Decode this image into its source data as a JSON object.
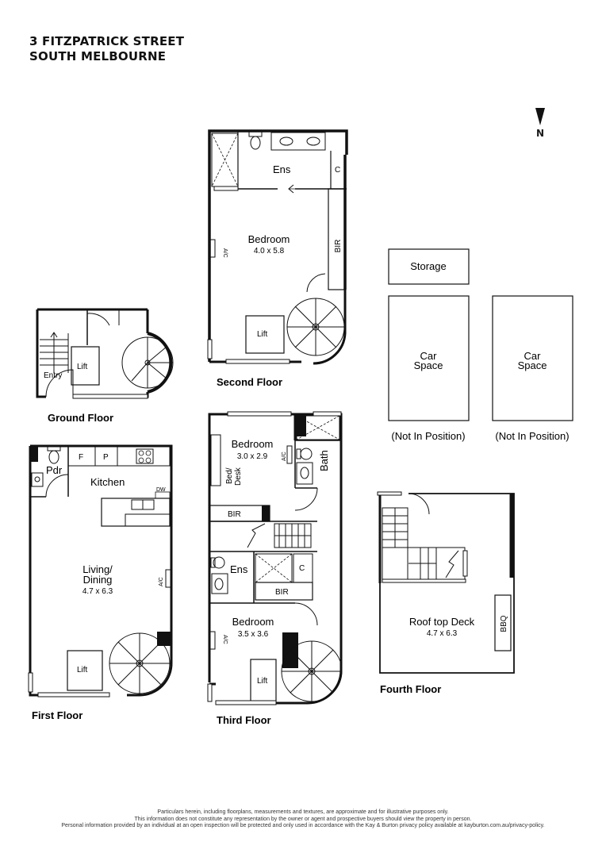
{
  "header": {
    "address_line1": "3 FITZPATRICK STREET",
    "address_line2": "SOUTH MELBOURNE",
    "north_label": "N"
  },
  "floors": {
    "ground": {
      "label": "Ground Floor",
      "rooms": {
        "entry": "Entry",
        "lift": "Lift"
      }
    },
    "first": {
      "label": "First Floor",
      "rooms": {
        "powder": "Pdr",
        "fridge": "F",
        "pantry": "P",
        "kitchen": "Kitchen",
        "dishwasher": "DW",
        "living": "Living/",
        "dining": "Dining",
        "living_dims": "4.7 x 6.3",
        "ac": "A/C",
        "lift": "Lift"
      }
    },
    "second": {
      "label": "Second Floor",
      "rooms": {
        "ensuite": "Ens",
        "cupboard": "C",
        "bedroom": "Bedroom",
        "bedroom_dims": "4.0 x 5.8",
        "ac": "A/C",
        "bir": "BIR",
        "lift": "Lift"
      }
    },
    "third": {
      "label": "Third Floor",
      "rooms": {
        "bedroom1": "Bedroom",
        "bedroom1_dims": "3.0 x 2.9",
        "bed_desk_line1": "Bed/",
        "bed_desk_line2": "Desk",
        "ac1": "A/C",
        "bath": "Bath",
        "bir1": "BIR",
        "ensuite": "Ens",
        "cupboard": "C",
        "bir2": "BIR",
        "bedroom2": "Bedroom",
        "bedroom2_dims": "3.5 x 3.6",
        "ac2": "A/C",
        "lift": "Lift"
      }
    },
    "fourth": {
      "label": "Fourth Floor",
      "rooms": {
        "deck": "Roof top Deck",
        "deck_dims": "4.7 x 6.3",
        "bbq": "BBQ"
      }
    }
  },
  "outbuildings": {
    "storage": "Storage",
    "car1_line1": "Car",
    "car1_line2": "Space",
    "car1_note": "(Not In Position)",
    "car2_line1": "Car",
    "car2_line2": "Space",
    "car2_note": "(Not In Position)"
  },
  "disclaimer": {
    "line1": "Particulars herein, including floorplans, measurements and textures, are approximate and for illustrative purposes only.",
    "line2": "This information does not constitute any representation by the owner or agent and prospective buyers should view the property in person.",
    "line3": "Personal information provided by an individual at an open inspection will be protected and only used in accordance with the Kay & Burton privacy policy available at kayburton.com.au/privacy-policy."
  }
}
